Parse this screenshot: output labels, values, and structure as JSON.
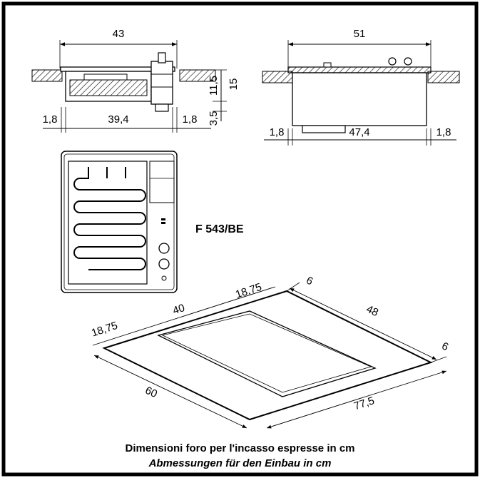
{
  "model": "F 543/BE",
  "side_view": {
    "width": "43",
    "overhang_left": "1,8",
    "inner_width": "39,4",
    "overhang_right": "1,8",
    "height_top": "11,5",
    "height_total": "15",
    "height_bottom": "3,5"
  },
  "front_view": {
    "width": "51",
    "overhang_left": "1,8",
    "inner_width": "47,4",
    "overhang_right": "1,8"
  },
  "cutout": {
    "top_margin": "18,75",
    "back_width": "40",
    "left_margin": "18,75",
    "right_edge": "6",
    "depth": "48",
    "bottom_edge": "6",
    "front_width": "60",
    "right_width": "77,5"
  },
  "caption": {
    "line1": "Dimensioni foro per l'incasso espresse in cm",
    "line2": "Abmessungen für den Einbau in cm"
  },
  "colors": {
    "line": "#000000",
    "background": "#ffffff"
  }
}
